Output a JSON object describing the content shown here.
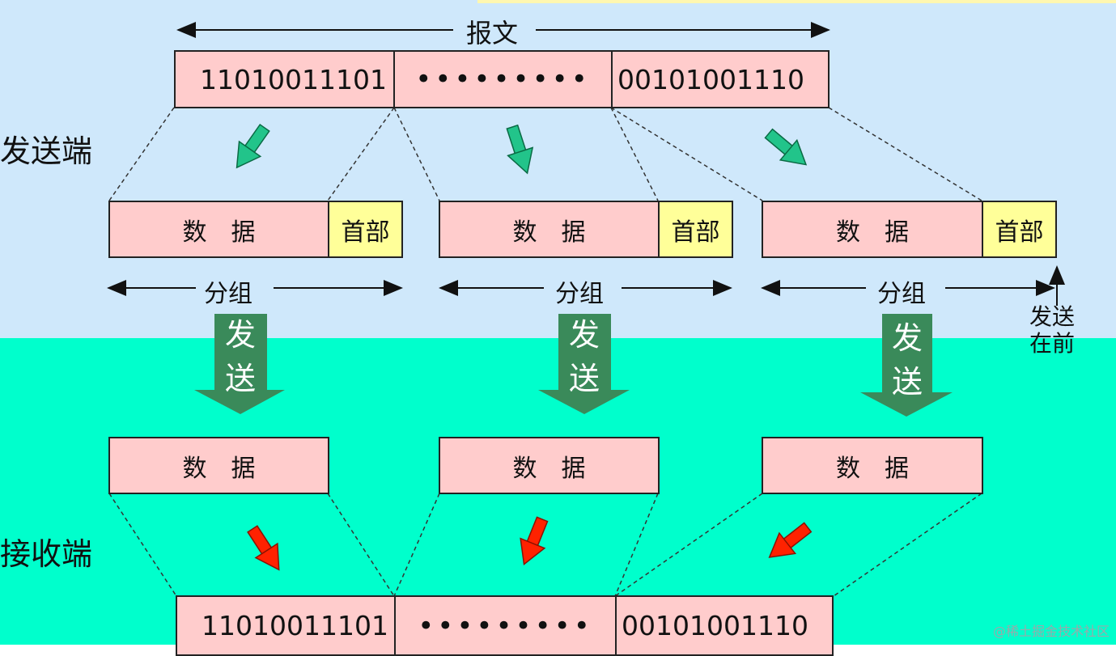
{
  "message_label": "报文",
  "sender_label": "发送端",
  "receiver_label": "接收端",
  "message_bits_left": "11010011101",
  "message_dots": "•••••••••",
  "message_bits_right": "00101001110",
  "data_label": "数　据",
  "header_label": "首部",
  "packet_label": "分组",
  "send_label": "发送",
  "send_char_1": "发",
  "send_char_2": "送",
  "send_first_line1": "发送",
  "send_first_line2": "在前",
  "watermark": "@稀土掘金技术社区",
  "colors": {
    "sender_bg": "#cfe8fb",
    "receiver_bg": "#00ffcc",
    "data_box": "#ffcccc",
    "header_box": "#ffff99",
    "split_arrow": "#22c48a",
    "merge_arrow": "#ff2200",
    "send_arrow": "#3a8a5a"
  }
}
